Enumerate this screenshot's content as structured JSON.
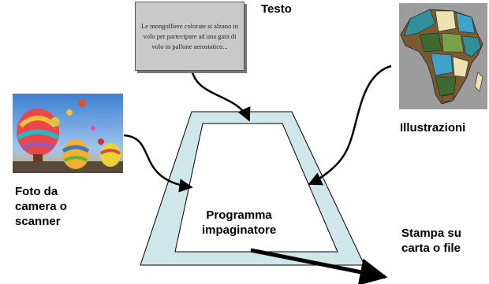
{
  "labels": {
    "testo": "Testo",
    "illustrazioni": "Illustrazioni",
    "foto": [
      "Foto da",
      "camera o",
      "scanner"
    ],
    "programma": [
      "Programma",
      "impaginatore"
    ],
    "stampa": [
      "Stampa su",
      "carta o file"
    ]
  },
  "text_box": {
    "content": "Le mongolfiere colorate si alzano in volo per partecipare ad una gara di volo in pallone aerostatico..."
  },
  "images": {
    "photo": "hot-air-balloons-photo",
    "map": "africa-map-illustration"
  },
  "colors": {
    "trapezoid_fill": "#cfe6ea",
    "inner_fill": "#ffffff",
    "outline": "#000000",
    "text_box_fill": "#c9c9c9",
    "map_background": "#9c9c9c"
  }
}
